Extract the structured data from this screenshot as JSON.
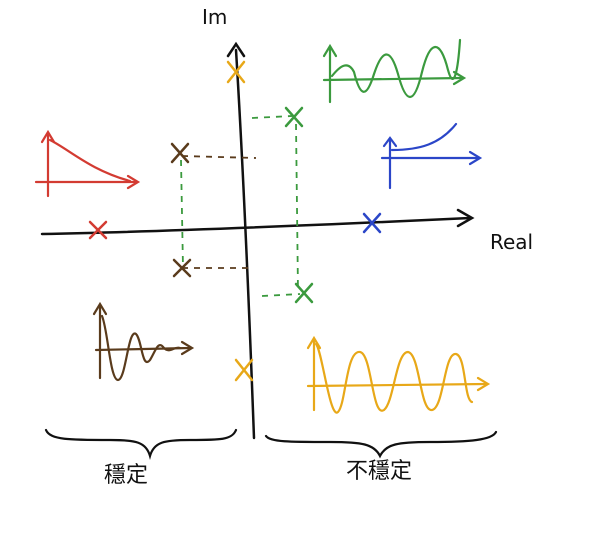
{
  "axes": {
    "imag_label": "Im",
    "real_label": "Real"
  },
  "regions": {
    "left_label": "穩定",
    "right_label": "不穩定"
  },
  "colors": {
    "red": "#d33b32",
    "brown": "#5a3b1c",
    "green": "#3b9a3e",
    "blue": "#2b46c8",
    "yellow": "#e8a818",
    "ink": "#111111"
  },
  "poles": [
    {
      "name": "red-pole",
      "color": "red"
    },
    {
      "name": "brown-pole-upper",
      "color": "brown"
    },
    {
      "name": "brown-pole-lower",
      "color": "brown"
    },
    {
      "name": "green-pole-upper",
      "color": "green"
    },
    {
      "name": "green-pole-lower",
      "color": "green"
    },
    {
      "name": "blue-pole",
      "color": "blue"
    },
    {
      "name": "yellow-pole-upper",
      "color": "yellow"
    },
    {
      "name": "yellow-pole-lower",
      "color": "yellow"
    }
  ]
}
